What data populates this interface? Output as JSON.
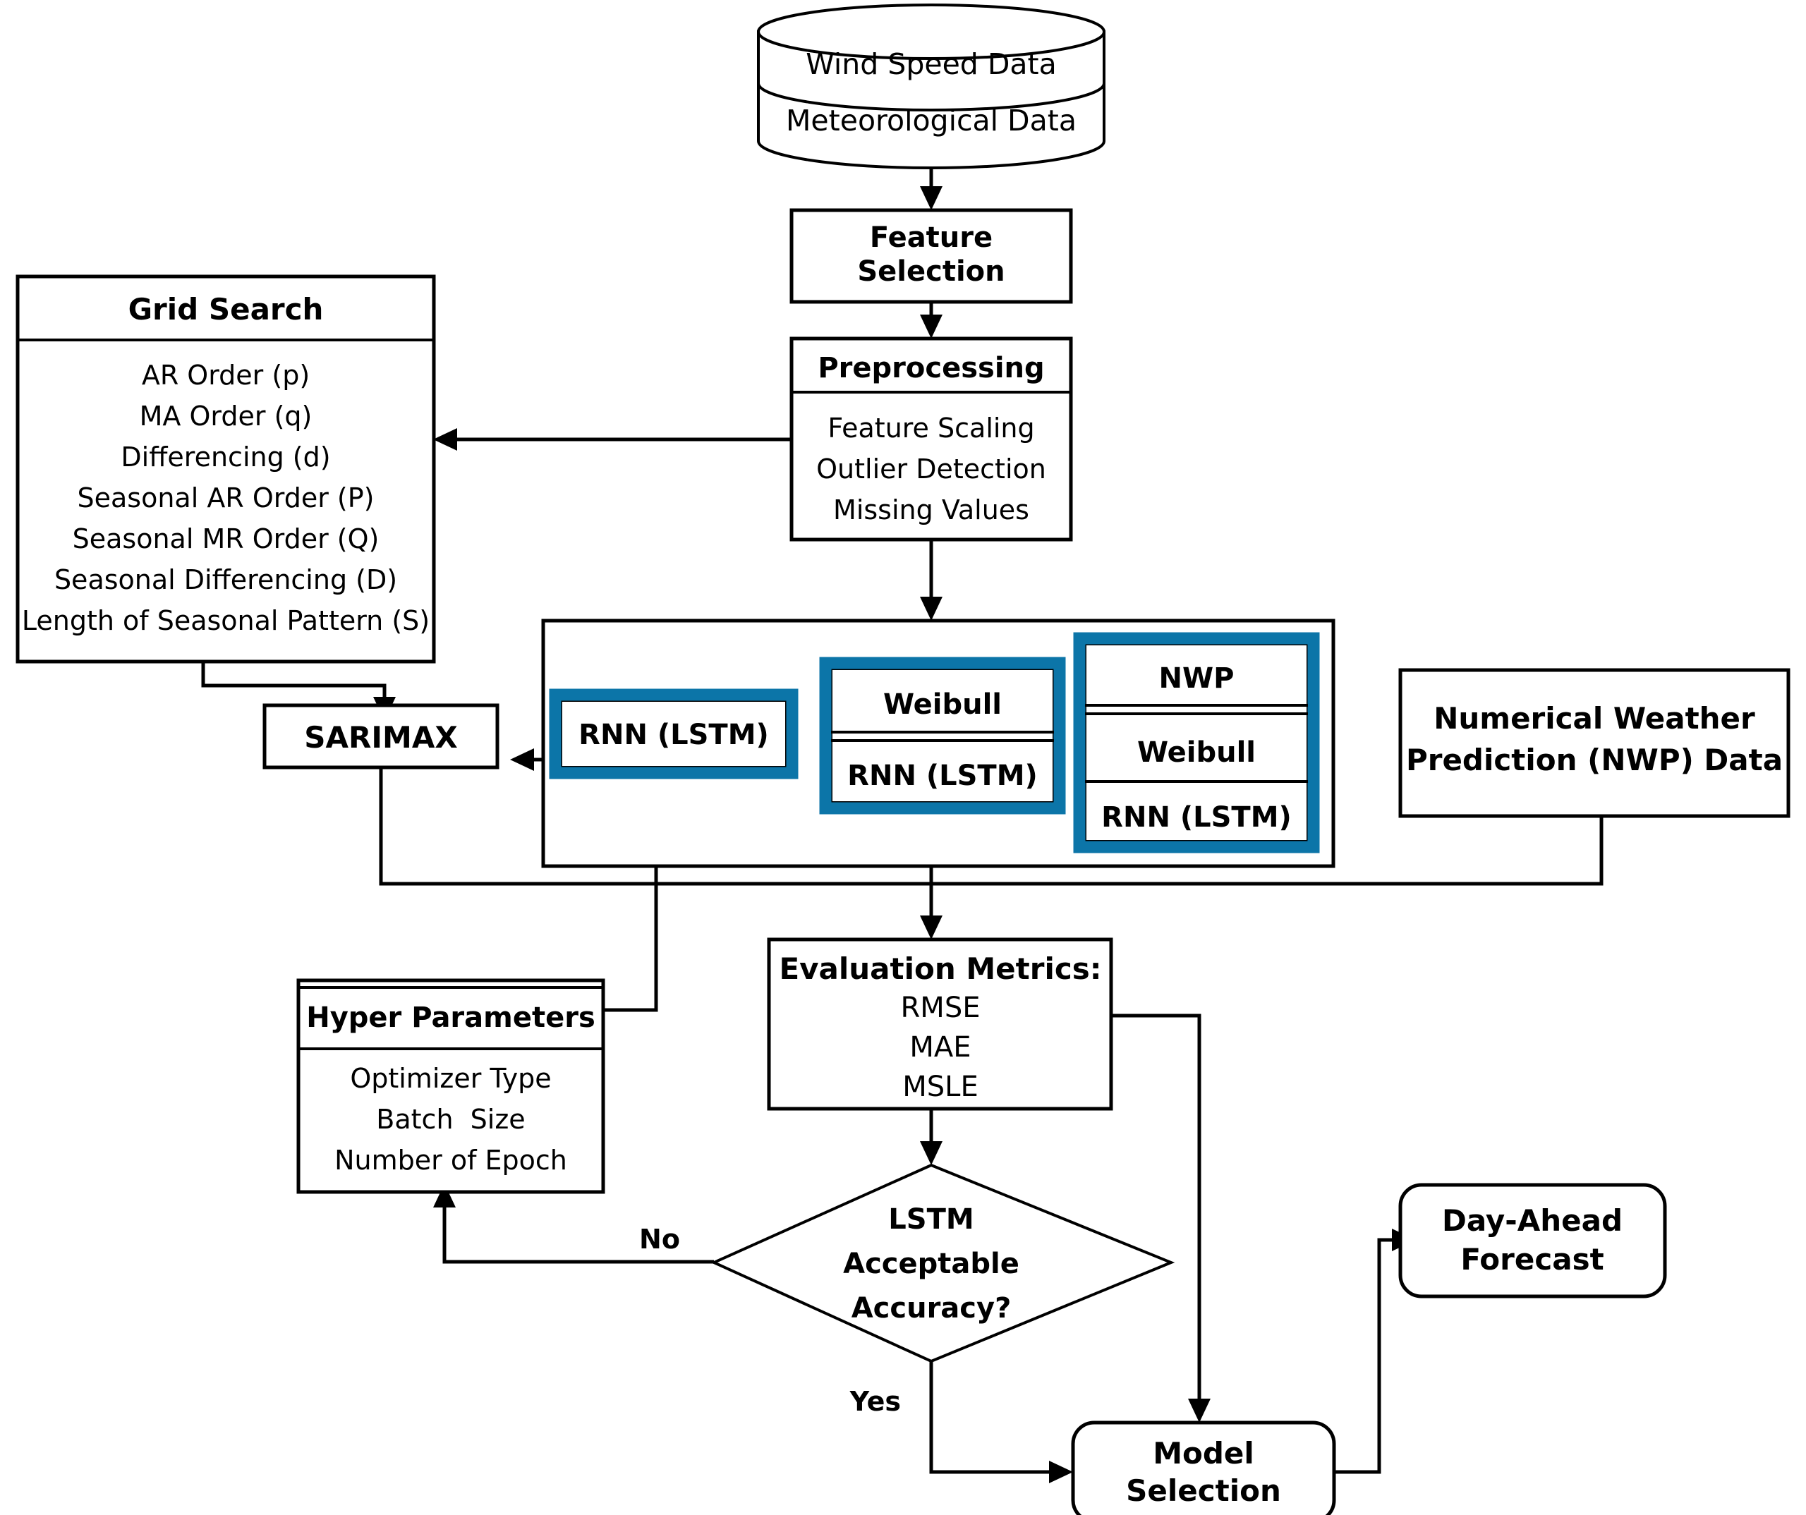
{
  "diagram": {
    "title": "Wind Speed Day-Ahead Forecasting Methodology Flowchart",
    "accent_color": "#0C75A8",
    "line_color": "#000000",
    "background": "#ffffff"
  },
  "nodes": {
    "data_source": {
      "shape": "cylinder",
      "rows": [
        "Wind Speed Data",
        "Meteorological Data"
      ]
    },
    "feature_selection": {
      "shape": "rect",
      "title_lines": [
        "Feature",
        "Selection"
      ]
    },
    "preprocessing": {
      "shape": "rect-header",
      "header": "Preprocessing",
      "items": [
        "Feature Scaling",
        "Outlier Detection",
        "Missing Values"
      ]
    },
    "grid_search": {
      "shape": "rect-header",
      "header": "Grid Search",
      "items": [
        "AR Order (p)",
        "MA Order (q)",
        "Differencing (d)",
        "Seasonal AR Order (P)",
        "Seasonal MR Order (Q)",
        "Seasonal Differencing (D)",
        "Length of Seasonal Pattern (S)"
      ]
    },
    "sarimax": {
      "shape": "rect",
      "label": "SARIMAX"
    },
    "models_container": {
      "shape": "rect-container",
      "label": ""
    },
    "model_a": {
      "shape": "blue-rect",
      "rows": [
        "RNN (LSTM)"
      ]
    },
    "model_b": {
      "shape": "blue-rect",
      "rows": [
        "Weibull",
        "RNN (LSTM)"
      ]
    },
    "model_c": {
      "shape": "blue-rect",
      "rows": [
        "NWP",
        "Weibull",
        "RNN (LSTM)"
      ]
    },
    "nwp_data": {
      "shape": "rect",
      "title_lines": [
        "Numerical Weather",
        "Prediction (NWP) Data"
      ]
    },
    "hyper_parameters": {
      "shape": "rect-header",
      "header": "Hyper Parameters",
      "items": [
        "Optimizer Type",
        "Batch  Size",
        "Number of Epoch"
      ]
    },
    "evaluation_metrics": {
      "shape": "rect-header-plain",
      "header": "Evaluation Metrics:",
      "items": [
        "RMSE",
        "MAE",
        "MSLE"
      ]
    },
    "decision": {
      "shape": "diamond",
      "lines": [
        "LSTM",
        "Acceptable",
        "Accuracy?"
      ]
    },
    "model_selection": {
      "shape": "rounded-rect",
      "title_lines": [
        "Model",
        "Selection"
      ]
    },
    "day_ahead_forecast": {
      "shape": "rounded-rect",
      "title_lines": [
        "Day-Ahead",
        "Forecast"
      ]
    }
  },
  "edge_labels": {
    "no": "No",
    "yes": "Yes"
  }
}
